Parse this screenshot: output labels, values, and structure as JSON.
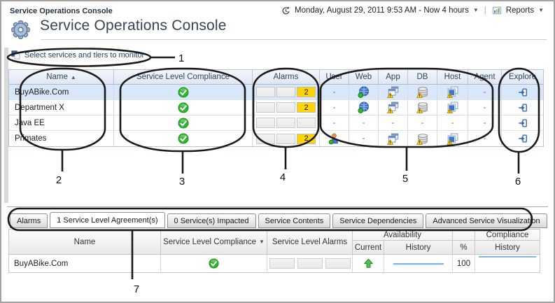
{
  "header": {
    "breadcrumb": "Service Operations Console",
    "page_title": "Service Operations Console",
    "time_range_label": "Monday, August 29, 2011 9:53 AM - Now 4 hours",
    "reports_label": "Reports"
  },
  "toolbar": {
    "select_services_label": "Select services and tiers to monitor"
  },
  "services_table": {
    "columns": {
      "name": "Name",
      "compliance": "Service Level Compliance",
      "alarms": "Alarms",
      "user": "User",
      "web": "Web",
      "app": "App",
      "db": "DB",
      "host": "Host",
      "agent": "Agent",
      "explore": "Explore"
    },
    "sort": {
      "column": "Name",
      "direction": "ascending"
    },
    "rows": [
      {
        "name": "BuyABike.Com",
        "selected": true,
        "compliance_icon": "green-check",
        "alarms": [
          "",
          "",
          "2"
        ],
        "tiers": {
          "user": "-",
          "web": "globe-icon",
          "app": "app-warning-icon",
          "db": "db-warning-icon",
          "host": "host-warning-icon",
          "agent": "-"
        },
        "explore_icon": "explore-arrow"
      },
      {
        "name": "Department X",
        "selected": false,
        "compliance_icon": "green-check",
        "alarms": [
          "",
          "",
          "2"
        ],
        "tiers": {
          "user": "-",
          "web": "globe-icon",
          "app": "app-warning-icon",
          "db": "db-warning-icon",
          "host": "host-warning-icon",
          "agent": "-"
        },
        "explore_icon": "explore-arrow"
      },
      {
        "name": "Java EE",
        "selected": false,
        "compliance_icon": "green-check",
        "alarms": [
          "",
          "",
          ""
        ],
        "tiers": {
          "user": "-",
          "web": "-",
          "app": "-",
          "db": "-",
          "host": "-",
          "agent": "-"
        },
        "explore_icon": "explore-arrow"
      },
      {
        "name": "Primates",
        "selected": false,
        "compliance_icon": "green-check",
        "alarms": [
          "",
          "",
          "2"
        ],
        "tiers": {
          "user": "user-icon",
          "web": "-",
          "app": "app-warning-icon",
          "db": "db-warning-icon",
          "host": "host-warning-icon",
          "agent": "-"
        },
        "explore_icon": "explore-arrow"
      }
    ]
  },
  "callouts": [
    "1",
    "2",
    "3",
    "4",
    "5",
    "6",
    "7"
  ],
  "tabs": {
    "items": [
      "Alarms",
      "1 Service Level Agreement(s)",
      "0 Service(s) Impacted",
      "Service Contents",
      "Service Dependencies",
      "Advanced Service Visualization"
    ],
    "active": "1 Service Level Agreement(s)"
  },
  "sla_table": {
    "columns": {
      "name": "Name",
      "compliance": "Service Level Compliance",
      "alarms": "Service Level Alarms",
      "availability_group": "Availability",
      "current": "Current",
      "history": "History",
      "percent": "%",
      "compliance_group": "Compliance",
      "compliance_history": "History"
    },
    "rows": [
      {
        "name": "BuyABike.Com",
        "compliance_icon": "green-check",
        "alarms": [
          "",
          "",
          ""
        ],
        "current_icon": "green-up-arrow",
        "availability_history": "sparkline",
        "percent": "100",
        "compliance_history": "sparkline"
      }
    ]
  },
  "colors": {
    "selected_row": "#d8e7f9",
    "alarm_yellow": "#ffd405",
    "check_green": "#2eb62e",
    "sparkline_blue": "#84b5ea",
    "header_tint": "#e7eef7",
    "callout_stroke": "#1a1a1a"
  }
}
